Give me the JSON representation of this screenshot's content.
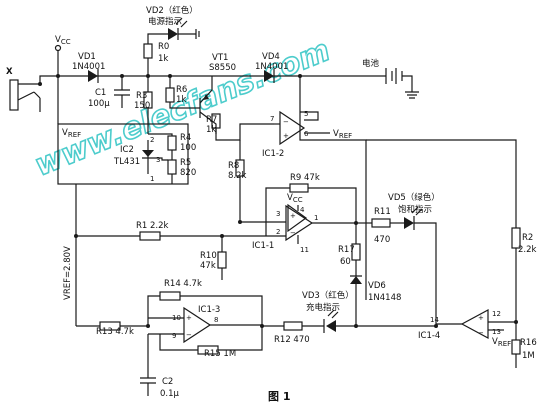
{
  "watermark": "www.elecfans.com",
  "caption": "图 1",
  "labels": {
    "input_connector": "X",
    "vcc_top": "V",
    "vcc_top_sub": "CC",
    "vcc_op": "V",
    "vcc_op_sub": "CC",
    "vd1_name": "VD1",
    "vd1_part": "1N4001",
    "vd2_name": "VD2（红色）",
    "vd2_desc": "电源指示",
    "r0_name": "R0",
    "r0_val": "1k",
    "c1_name": "C1",
    "c1_val": "100μ",
    "r3": "R3",
    "r3_val": "150",
    "r6": "R6",
    "r6_val": "1k",
    "vt1_name": "VT1",
    "vt1_part": "S8550",
    "vd4_name": "VD4",
    "vd4_part": "1N4001",
    "battery": "电池",
    "vref_box": "V",
    "vref_box_sub": "REF",
    "r4_name": "R4",
    "r4_val": "100",
    "ic2_name": "IC2",
    "ic2_part": "TL431",
    "r5_name": "R5",
    "r5_val": "820",
    "r7_name": "R7",
    "r7_val": "1k",
    "ic1_2": "IC1-2",
    "vref_ic12": "V",
    "vref_ic12_sub": "REF",
    "r8_name": "R8",
    "r8_val": "8.2k",
    "r9": "R9 47k",
    "ic1_1": "IC1-1",
    "r1": "R1 2.2k",
    "r10_name": "R10",
    "r10_val": "47k",
    "vd5_name": "VD5（绿色）",
    "vd5_desc": "饱和指示",
    "r11_name": "R11",
    "r11_val": "470",
    "r17_name": "R17",
    "r17_val": "60",
    "vd6_name": "VD6",
    "vd6_part": "1N4148",
    "r2_name": "R2",
    "r2_val": "2.2k",
    "vref_side": "V",
    "vref_side_rest": "REF=2.80V",
    "r14": "R14 4.7k",
    "ic1_3": "IC1-3",
    "r13": "R13 4.7k",
    "vd3_name": "VD3（红色）",
    "vd3_desc": "充电指示",
    "r15": "R15 1M",
    "r12": "R12 470",
    "ic1_4": "IC1-4",
    "vref_ic14": "V",
    "vref_ic14_sub": "REF",
    "r16_name": "R16",
    "r16_val": "1M",
    "c2_name": "C2",
    "c2_val": "0.1μ"
  },
  "pins": {
    "ic1_2": [
      "7",
      "5",
      "6"
    ],
    "ic1_1": [
      "3",
      "2",
      "1",
      "4",
      "11"
    ],
    "ic1_3": [
      "10",
      "9",
      "8"
    ],
    "ic1_4": [
      "14",
      "12",
      "13"
    ],
    "ic2": [
      "1",
      "2",
      "3"
    ]
  }
}
